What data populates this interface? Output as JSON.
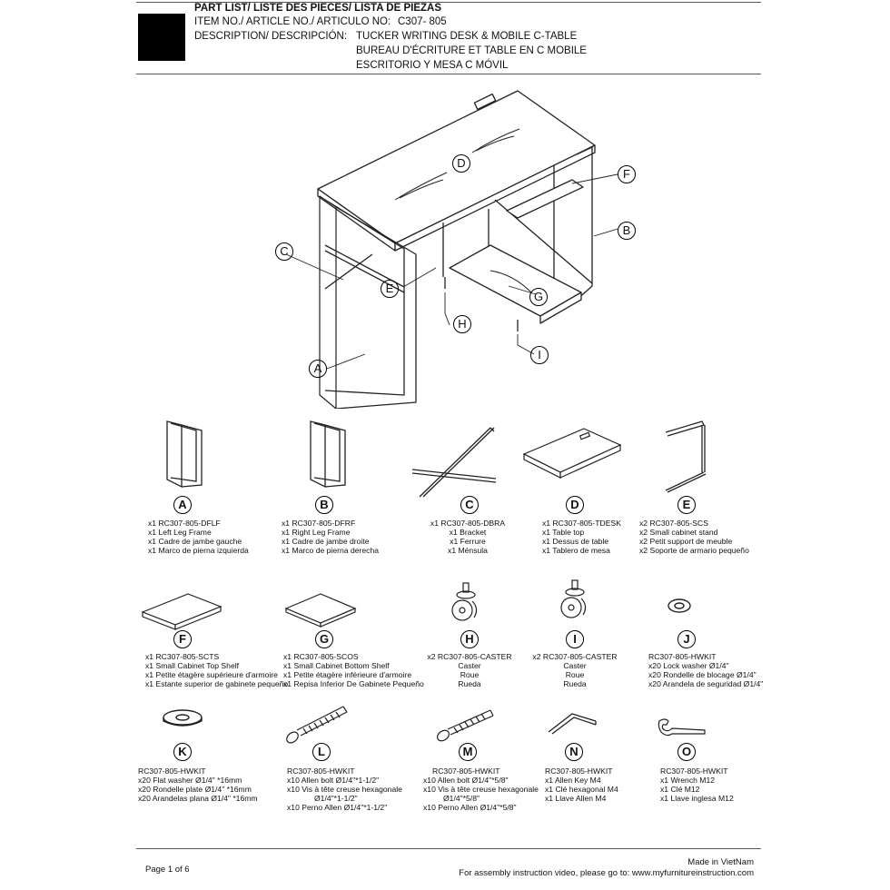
{
  "header": {
    "title": "PART LIST/ LISTE DES PIECES/ LISTA DE PIEZAS",
    "item_label": "ITEM NO./ ARTICLE NO./ ARTICULO NO:",
    "item_value": "C307- 805",
    "desc_label": "DESCRIPTION/  DESCRIPCIÓN:",
    "desc_en": "TUCKER WRITING DESK & MOBILE C-TABLE",
    "desc_fr": "BUREAU D'ÉCRITURE ET TABLE EN C MOBILE",
    "desc_es": "ESCRITORIO Y MESA C MÓVIL"
  },
  "callouts": [
    "A",
    "B",
    "C",
    "D",
    "E",
    "F",
    "G",
    "H",
    "I"
  ],
  "parts": [
    {
      "letter": "A",
      "lines": [
        "x1 RC307-805-DFLF",
        "x1 Left Leg Frame",
        "x1 Cadre de jambe gauche",
        "x1 Marco de pierna izquierda"
      ]
    },
    {
      "letter": "B",
      "lines": [
        "x1 RC307-805-DFRF",
        "x1 Right Leg Frame",
        "x1 Cadre de jambe droite",
        "x1 Marco de pierna derecha"
      ]
    },
    {
      "letter": "C",
      "lines": [
        "x1 RC307-805-DBRA",
        "x1 Bracket",
        "x1 Ferrure",
        "x1 Ménsula"
      ]
    },
    {
      "letter": "D",
      "lines": [
        "x1 RC307-805-TDESK",
        "x1 Table top",
        "x1 Dessus de table",
        "x1 Tablero de mesa"
      ]
    },
    {
      "letter": "E",
      "lines": [
        "x2 RC307-805-SCS",
        "x2 Small cabinet stand",
        "x2 Petit support de meuble",
        "x2 Soporte de armario pequeño"
      ]
    },
    {
      "letter": "F",
      "lines": [
        "x1 RC307-805-SCTS",
        "x1 Small Cabinet Top Shelf",
        "x1 Petite étagère supérieure d'armoire",
        "x1 Estante superior de gabinete pequeño"
      ]
    },
    {
      "letter": "G",
      "lines": [
        "x1 RC307-805-SCOS",
        "x1 Small Cabinet Bottom Shelf",
        "x1 Petite étagère inférieure d'armoire",
        "x1 Repisa Inferior De Gabinete Pequeño"
      ]
    },
    {
      "letter": "H",
      "lines": [
        "x2 RC307-805-CASTER",
        "Caster",
        "Roue",
        "Rueda"
      ]
    },
    {
      "letter": "I",
      "lines": [
        "x2 RC307-805-CASTER",
        "Caster",
        "Roue",
        "Rueda"
      ]
    },
    {
      "letter": "J",
      "lines": [
        "RC307-805-HWKIT",
        "x20 Lock washer  Ø1/4\"",
        "x20 Rondelle de blocage  Ø1/4\"",
        "x20 Arandela de seguridad Ø1/4\""
      ]
    },
    {
      "letter": "K",
      "lines": [
        "RC307-805-HWKIT",
        "x20 Flat washer  Ø1/4\" *16mm",
        "x20 Rondelle plate  Ø1/4\" *16mm",
        "x20 Arandelas plana Ø1/4\" *16mm"
      ]
    },
    {
      "letter": "L",
      "lines": [
        "RC307-805-HWKIT",
        "x10 Allen bolt  Ø1/4\"*1-1/2\"",
        "x10 Vis à tête creuse hexagonale",
        "Ø1/4\"*1-1/2\"",
        "x10 Perno Allen Ø1/4\"*1-1/2\""
      ]
    },
    {
      "letter": "M",
      "lines": [
        "RC307-805-HWKIT",
        "x10 Allen bolt  Ø1/4\"*5/8\"",
        "x10 Vis à tête creuse hexagonale",
        "Ø1/4\"*5/8\"",
        "x10 Perno Allen Ø1/4\"*5/8\""
      ]
    },
    {
      "letter": "N",
      "lines": [
        "RC307-805-HWKIT",
        "x1 Allen Key M4",
        "x1 Clé hexagonal M4",
        "x1 Llave Allen  M4"
      ]
    },
    {
      "letter": "O",
      "lines": [
        "RC307-805-HWKIT",
        "x1 Wrench M12",
        "x1 Clé M12",
        "x1 Llave inglesa M12"
      ]
    }
  ],
  "footer": {
    "page": "Page 1 of 6",
    "made_in": "Made in VietNam",
    "video": "For assembly instruction video, please go to: www.myfurnitureinstruction.com"
  }
}
